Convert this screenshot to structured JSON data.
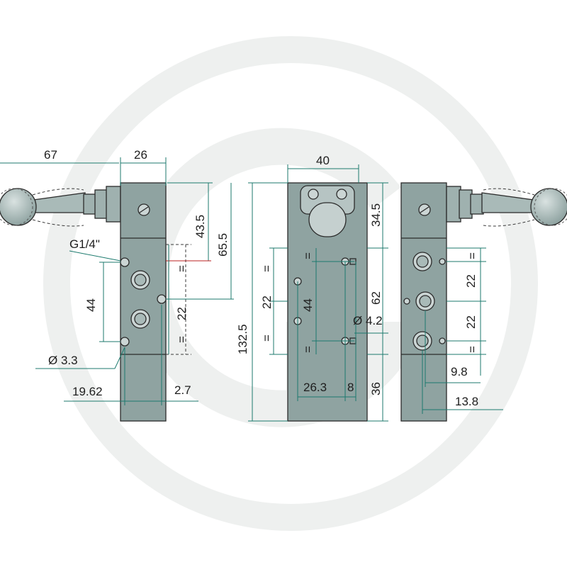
{
  "colors": {
    "body_fill": "#8fa3a1",
    "body_fill_light": "#a9bab8",
    "outline": "#2b2b2b",
    "dimension_line": "#1c7a6e",
    "watermark": "#eef0ef",
    "text": "#1e1e1e"
  },
  "icons": {
    "lever_knob": "sphere-knob-icon",
    "screw": "slotted-screw-icon",
    "port": "threaded-port-icon"
  },
  "dimensions": {
    "lever_length": "67",
    "side_width": "26",
    "thread": "G1/4\"",
    "top_block_height": "43.5",
    "port_top_offset": "65.5",
    "port_spacing_44": "44",
    "port_spacing_22": "22",
    "equal_mark": "=",
    "mount_hole": "Ø 3.3",
    "hole_offset": "19.62",
    "hole_edge": "2.7",
    "front_width": "40",
    "overall_height": "132.5",
    "front_top_height": "34.5",
    "front_22": "22",
    "front_44": "44",
    "front_62": "62",
    "front_hole": "Ø 4.2",
    "front_offset": "26.3",
    "front_8": "8",
    "front_bottom": "36",
    "right_22_upper": "22",
    "right_22_lower": "22",
    "right_9_8": "9.8",
    "right_13_8": "13.8"
  }
}
